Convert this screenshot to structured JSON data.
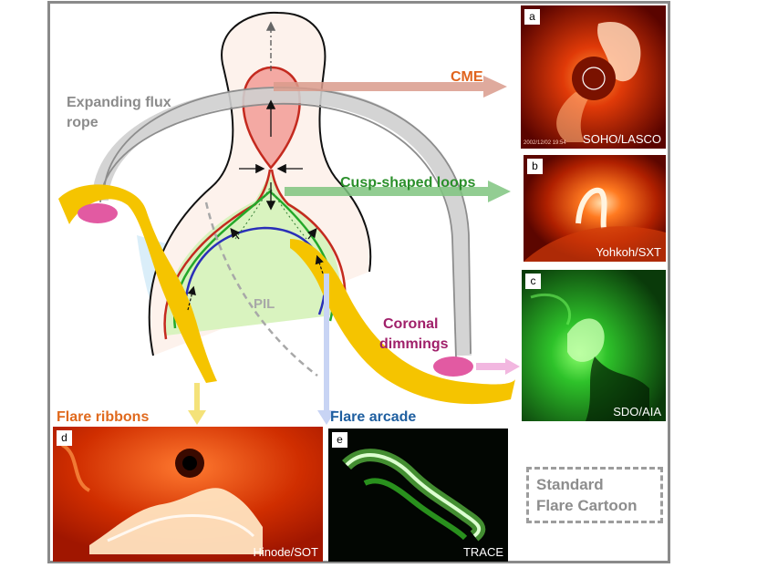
{
  "labels": {
    "cme": "CME",
    "cusp": "Cusp-shaped loops",
    "flux_rope_line1": "Expanding flux",
    "flux_rope_line2": "rope",
    "pil": "PIL",
    "dimmings_line1": "Coronal",
    "dimmings_line2": "dimmings",
    "flare_ribbons": "Flare ribbons",
    "flare_arcade": "Flare arcade"
  },
  "panels": [
    {
      "letter": "a",
      "credit": "SOHO/LASCO",
      "timestamp": "2002/12/02 19:54"
    },
    {
      "letter": "b",
      "credit": "Yohkoh/SXT"
    },
    {
      "letter": "c",
      "credit": "SDO/AIA"
    },
    {
      "letter": "d",
      "credit": "Hinode/SOT"
    },
    {
      "letter": "e",
      "credit": "TRACE"
    }
  ],
  "standard_box": {
    "line1": "Standard",
    "line2": "Flare Cartoon"
  },
  "colors": {
    "frame": "#8a8a8a",
    "cme_label": "#e0641e",
    "cusp_label": "#2a8f2a",
    "flux_rope_label": "#8c8c8c",
    "pil_label": "#a8a8a8",
    "dimmings_label": "#a0206a",
    "ribbons_label": "#e06a1e",
    "arcade_label": "#1f5fa0",
    "ribbon_fill": "#f5c400",
    "footpoint": "#e25aa2",
    "cme_arrow": "#d99b8c",
    "cusp_arrow": "#7fc47f",
    "dimming_arrow": "#f2b7e0",
    "ribbon_arrow": "#f4e27a",
    "arcade_arrow": "#c8d4f4"
  }
}
